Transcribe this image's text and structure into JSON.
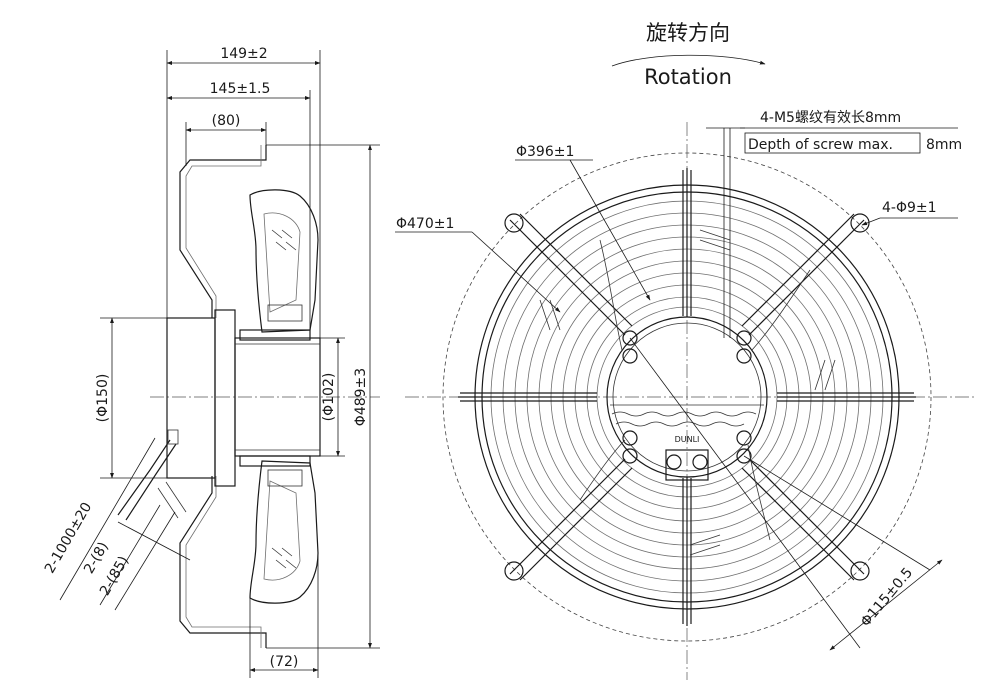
{
  "dimensions": {
    "overall_depth": "149±2",
    "body_depth": "145±1.5",
    "ring_depth": "(80)",
    "blade_depth": "(72)",
    "motor_dia": "(Φ150)",
    "rotor_dia": "(Φ102)",
    "outer_dia": "Φ489±3",
    "cable": "2-1000±20",
    "strip_1": "2-(8)",
    "strip_2": "2-(85)",
    "guard_dia": "Φ470±1",
    "fan_dia": "Φ396±1",
    "mount_holes": "4-Φ9±1",
    "bolt_circle": "Φ115±0.5"
  },
  "rotation": {
    "cn": "旋转方向",
    "en": "Rotation"
  },
  "screw_note": {
    "line1": "4-M5螺纹有效长8mm",
    "line2_boxed": "Depth of screw max.",
    "line2_tail": "8mm"
  },
  "logo_text": "DUNLI"
}
